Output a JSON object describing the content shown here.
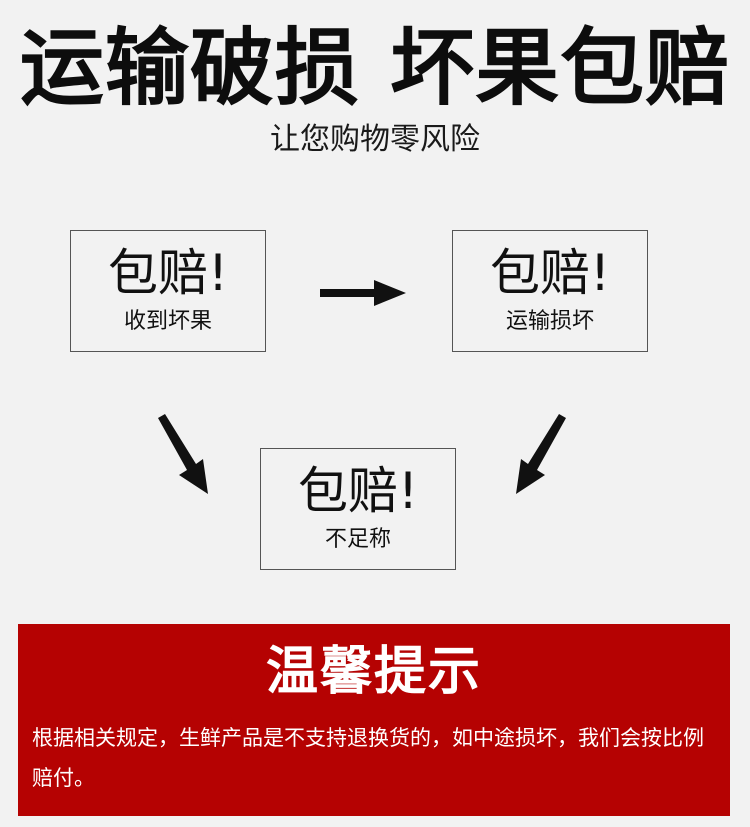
{
  "header": {
    "title": "运输破损 坏果包赔",
    "subtitle": "让您购物零风险"
  },
  "boxes": [
    {
      "big": "包赔!",
      "small": "收到坏果"
    },
    {
      "big": "包赔!",
      "small": "运输损坏"
    },
    {
      "big": "包赔!",
      "small": "不足称"
    }
  ],
  "notice": {
    "title": "温馨提示",
    "body": "根据相关规定，生鲜产品是不支持退换货的，如中途损坏，我们会按比例赔付。"
  },
  "colors": {
    "background": "#f2f2f2",
    "notice_bg": "#b50202",
    "text": "#111111"
  },
  "icons": [
    "arrow-right-icon",
    "arrow-down-right-icon",
    "arrow-down-left-icon"
  ]
}
